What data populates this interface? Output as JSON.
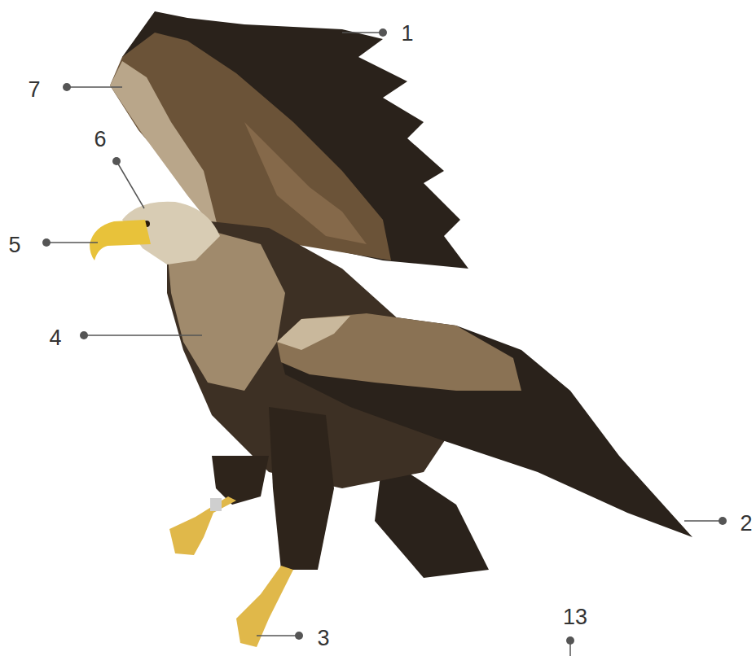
{
  "diagram": {
    "labels": [
      "1",
      "7",
      "6",
      "5",
      "4",
      "2",
      "13",
      "3"
    ]
  }
}
